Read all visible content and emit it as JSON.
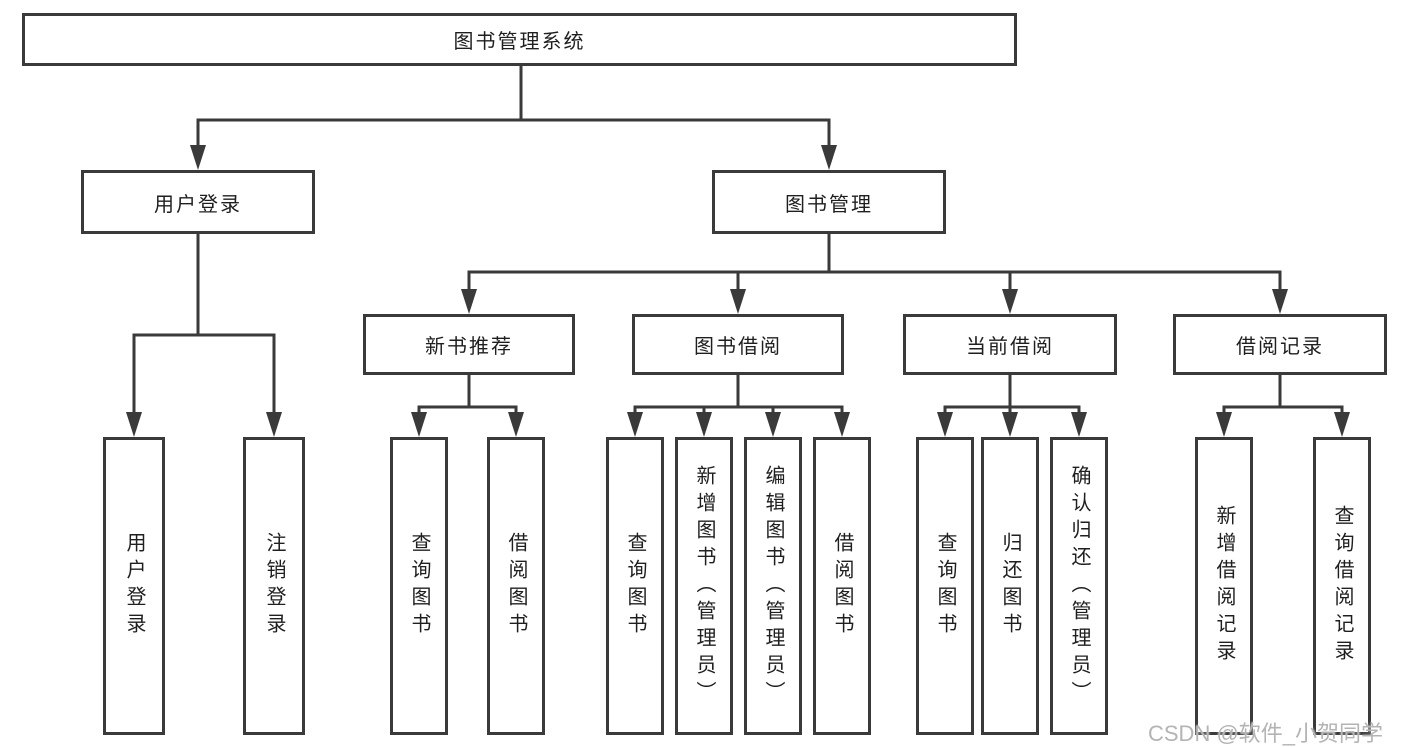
{
  "diagram": {
    "type": "tree",
    "colors": {
      "background": "#ffffff",
      "line": "#3a3a3a",
      "box_border": "#3a3a3a",
      "text": "#1f1f1f",
      "watermark": "#b5b3b3"
    },
    "root": {
      "label": "图书管理系统"
    },
    "level2": [
      {
        "label": "用户登录"
      },
      {
        "label": "图书管理"
      }
    ],
    "level3": [
      {
        "label": "新书推荐"
      },
      {
        "label": "图书借阅"
      },
      {
        "label": "当前借阅"
      },
      {
        "label": "借阅记录"
      }
    ],
    "leaves": {
      "user_login": [
        {
          "label": "用户登录"
        },
        {
          "label": "注销登录"
        }
      ],
      "new_book_rec": [
        {
          "label": "查询图书"
        },
        {
          "label": "借阅图书"
        }
      ],
      "book_borrow": [
        {
          "label": "查询图书"
        },
        {
          "label": "新增图书（管理员）"
        },
        {
          "label": "编辑图书（管理员）"
        },
        {
          "label": "借阅图书"
        }
      ],
      "current_borrow": [
        {
          "label": "查询图书"
        },
        {
          "label": "归还图书"
        },
        {
          "label": "确认归还（管理员）"
        }
      ],
      "borrow_records": [
        {
          "label": "新增借阅记录"
        },
        {
          "label": "查询借阅记录"
        }
      ]
    },
    "watermark": "CSDN @软件_小贺同学"
  }
}
